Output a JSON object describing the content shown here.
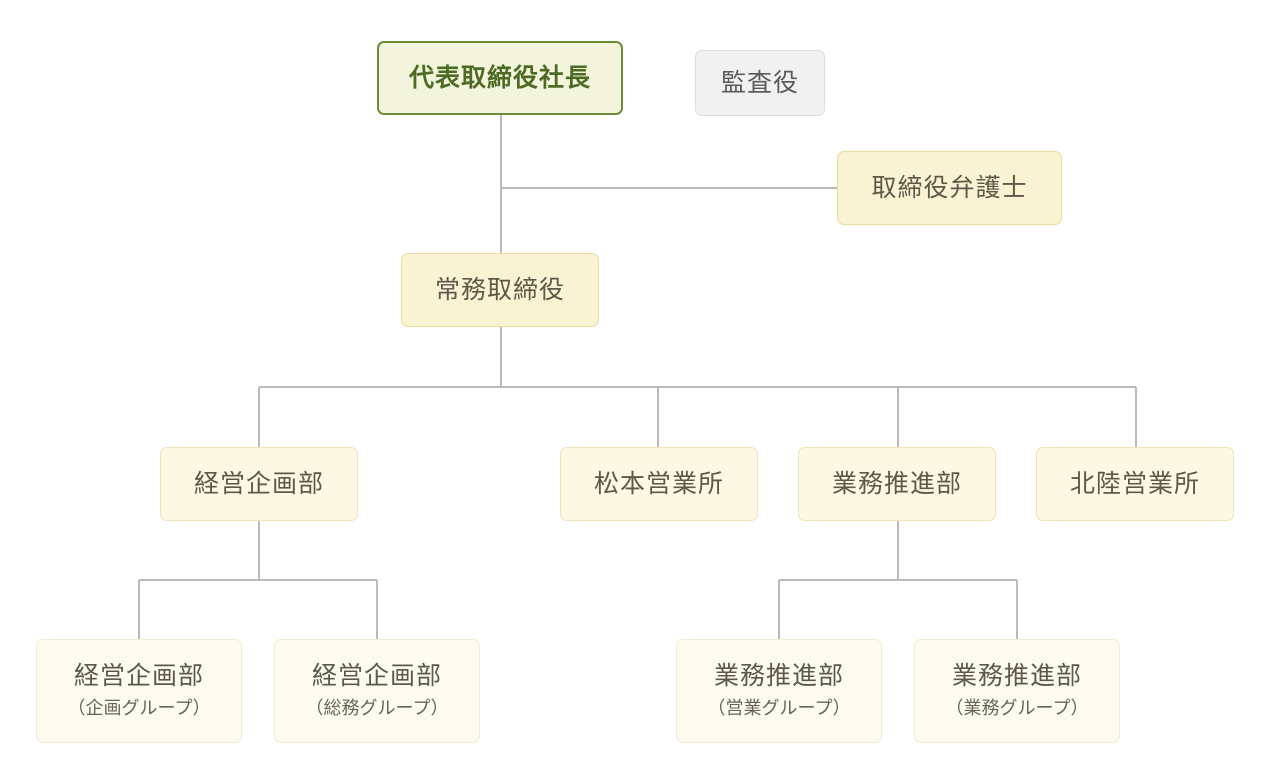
{
  "org": {
    "president": {
      "label": "代表取締役社長"
    },
    "auditor": {
      "label": "監査役"
    },
    "lawyer": {
      "label": "取締役弁護士"
    },
    "managing_director": {
      "label": "常務取締役"
    },
    "departments": {
      "planning": {
        "label": "経営企画部"
      },
      "matsumoto": {
        "label": "松本営業所"
      },
      "promotion": {
        "label": "業務推進部"
      },
      "hokuriku": {
        "label": "北陸営業所"
      }
    },
    "groups": [
      {
        "label": "経営企画部",
        "sub": "（企画グループ）"
      },
      {
        "label": "経営企画部",
        "sub": "（総務グループ）"
      },
      {
        "label": "業務推進部",
        "sub": "（営業グループ）"
      },
      {
        "label": "業務推進部",
        "sub": "（業務グループ）"
      }
    ]
  },
  "colors": {
    "connector": "#bbbbbb",
    "president_border": "#6b8c3a",
    "president_fill": "#f2f5dc",
    "exec_fill": "#f9f3d3",
    "dept_fill": "#fbf8e4",
    "group_fill": "#fdfbf0",
    "auditor_fill": "#f1f1f1",
    "text": "#5e5848"
  }
}
